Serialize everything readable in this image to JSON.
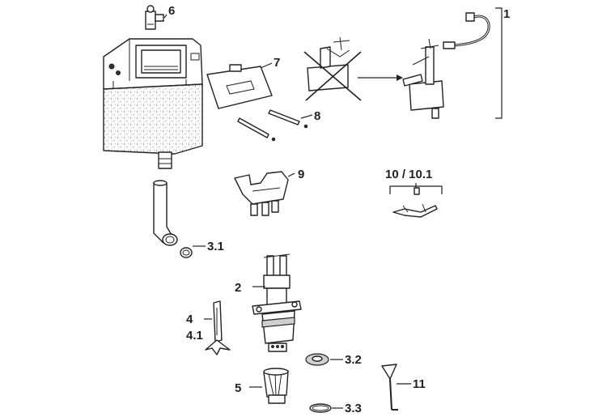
{
  "callouts": {
    "c1": "1",
    "c2": "2",
    "c3_1": "3.1",
    "c3_2": "3.2",
    "c3_3": "3.3",
    "c4": "4",
    "c4_1": "4.1",
    "c5": "5",
    "c6": "6",
    "c7": "7",
    "c8": "8",
    "c9": "9",
    "c10": "10 / 10.1",
    "c11": "11"
  },
  "colors": {
    "line": "#222222",
    "fill": "#ffffff",
    "speckle": "#555555"
  }
}
